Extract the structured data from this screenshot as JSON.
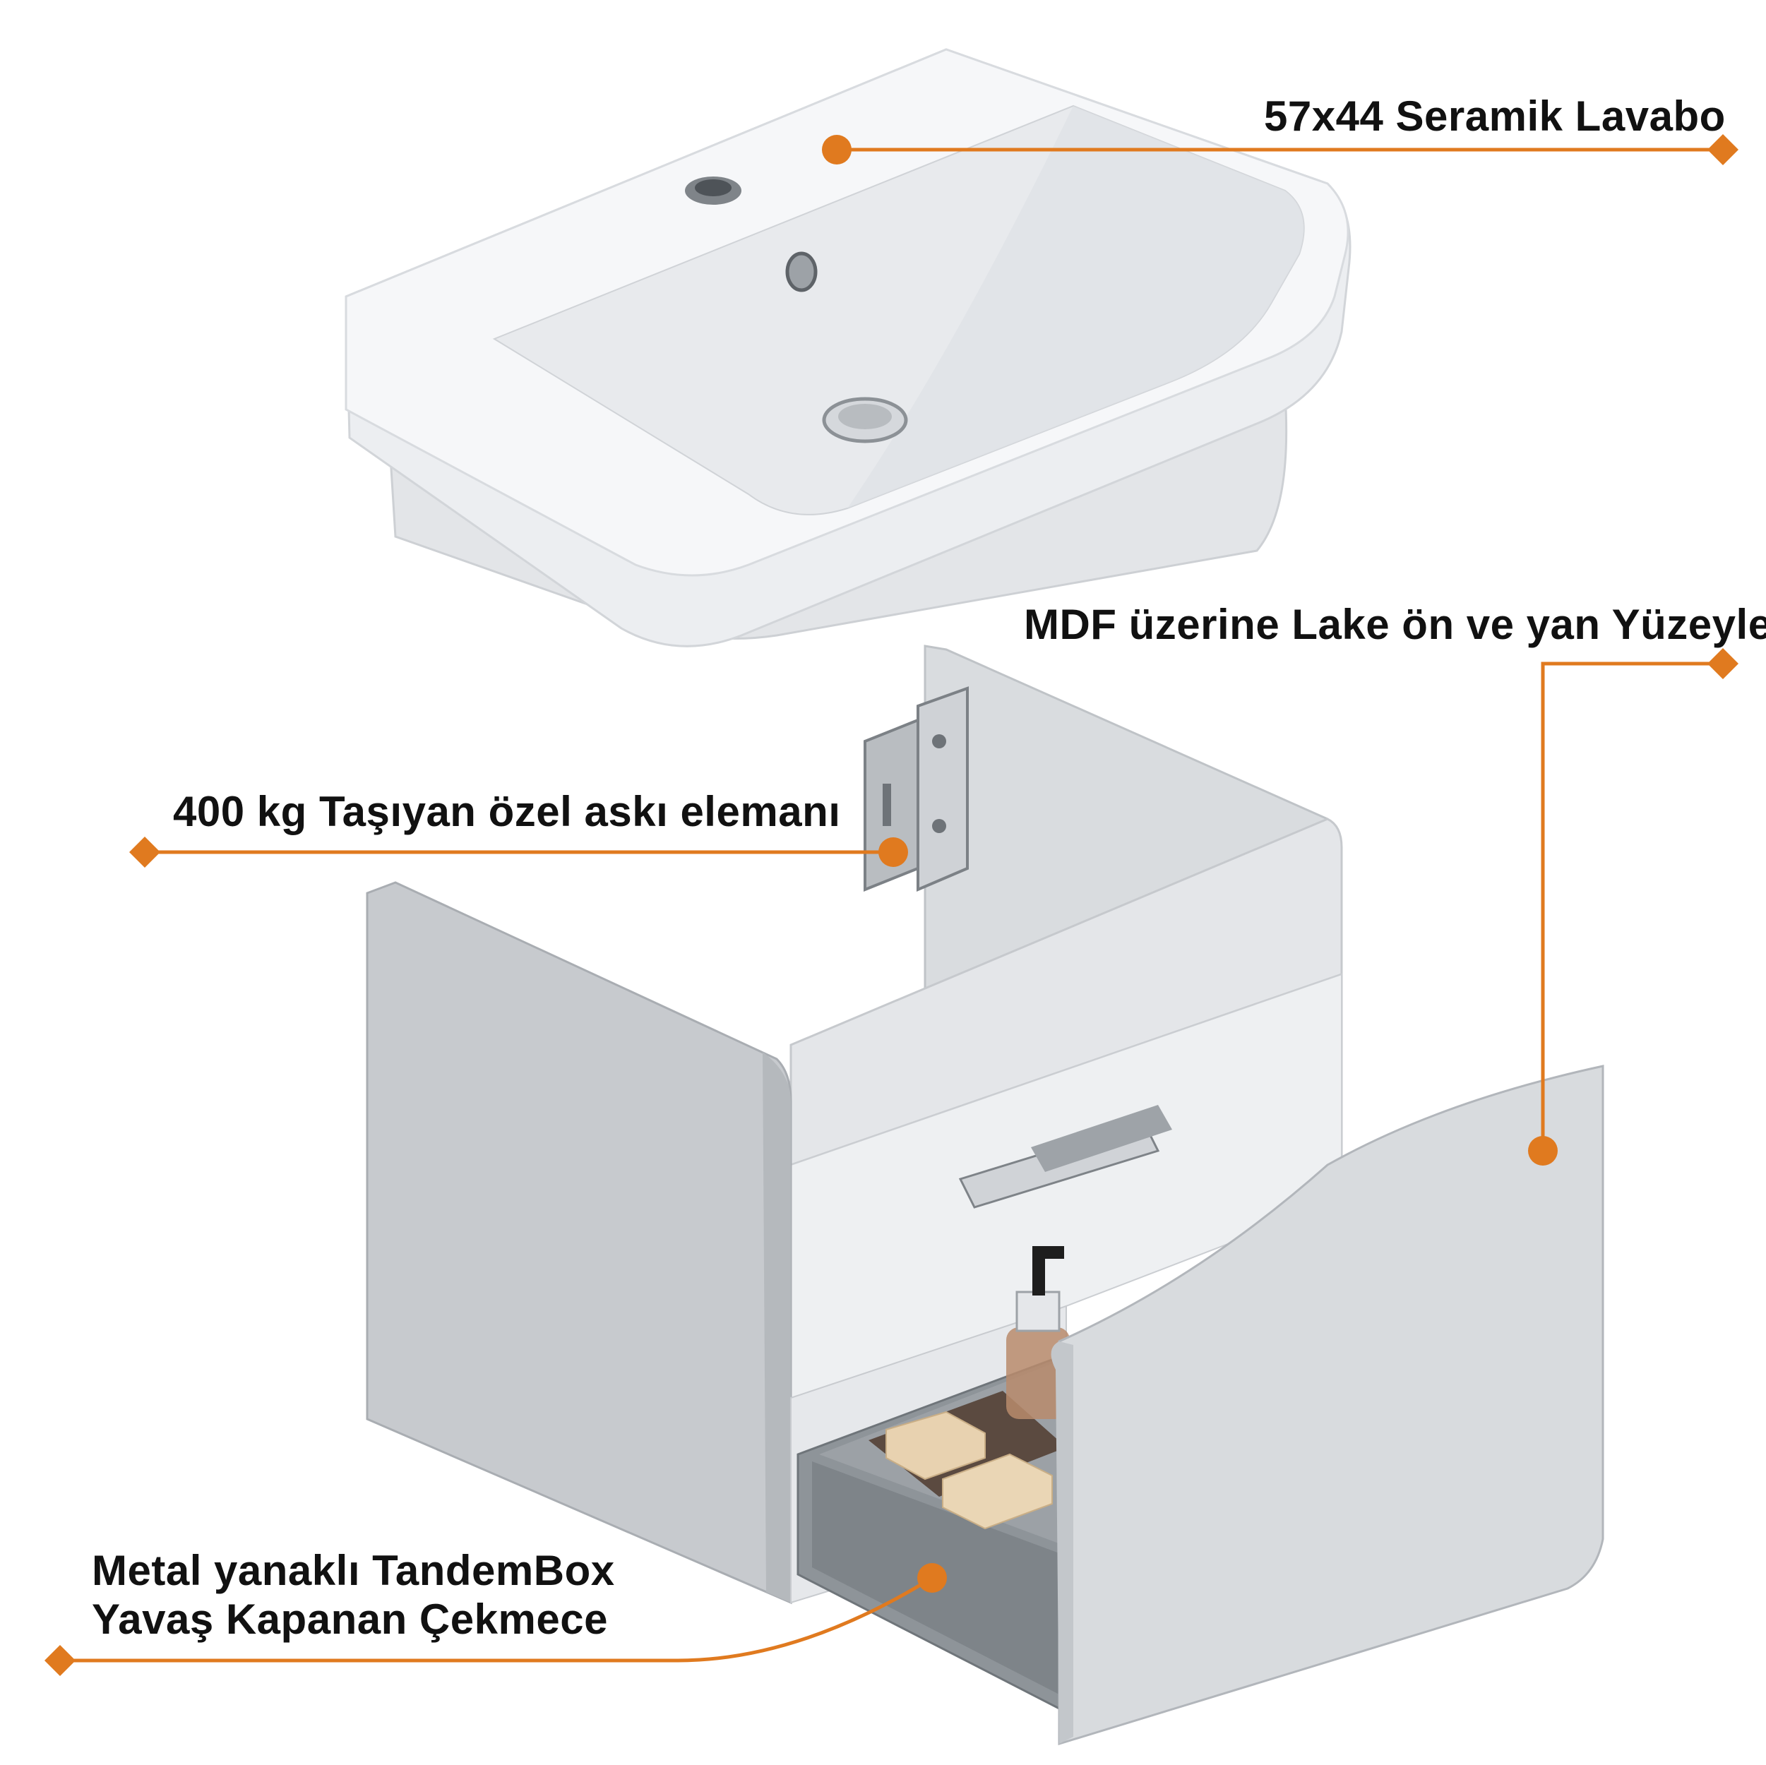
{
  "annotations": {
    "lavabo": "57x44 Seramik Lavabo",
    "mdf": "MDF üzerine Lake ön ve yan Yüzeyler",
    "aski": "400 kg Taşıyan özel askı elemanı",
    "drawer_line1": "Metal yanaklı TandemBox",
    "drawer_line2": "Yavaş Kapanan Çekmece"
  },
  "colors": {
    "accent": "#E07A1F",
    "text": "#111111",
    "cabinet": "#C9CCCF",
    "cabinet_shadow": "#A9ADB2",
    "ceramic": "#F2F3F5",
    "drawer_inner": "#8E9499"
  }
}
